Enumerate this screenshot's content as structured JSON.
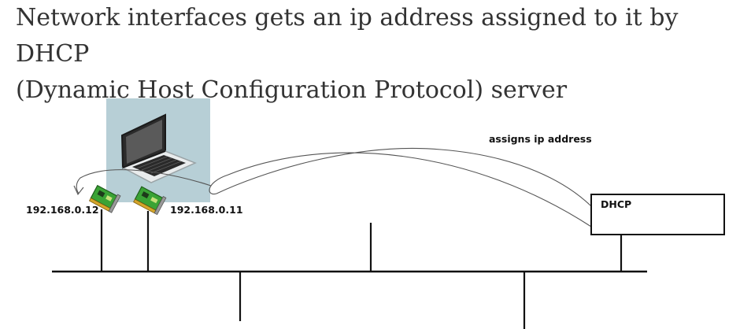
{
  "heading": {
    "line1": "Network interfaces gets an ip address assigned to it by DHCP",
    "line2": "(Dynamic Host Configuration Protocol) server"
  },
  "diagram": {
    "arrow_label": "assigns ip address",
    "dhcp_label": "DHCP",
    "nic_left_ip": "192.168.0.12",
    "nic_right_ip": "192.168.0.11"
  },
  "colors": {
    "text": "#333333",
    "laptop_backdrop": "#b7cfd6",
    "nic_board": "#3aa335",
    "line": "#111111"
  },
  "icons": [
    "laptop-icon",
    "network-card-icon"
  ]
}
